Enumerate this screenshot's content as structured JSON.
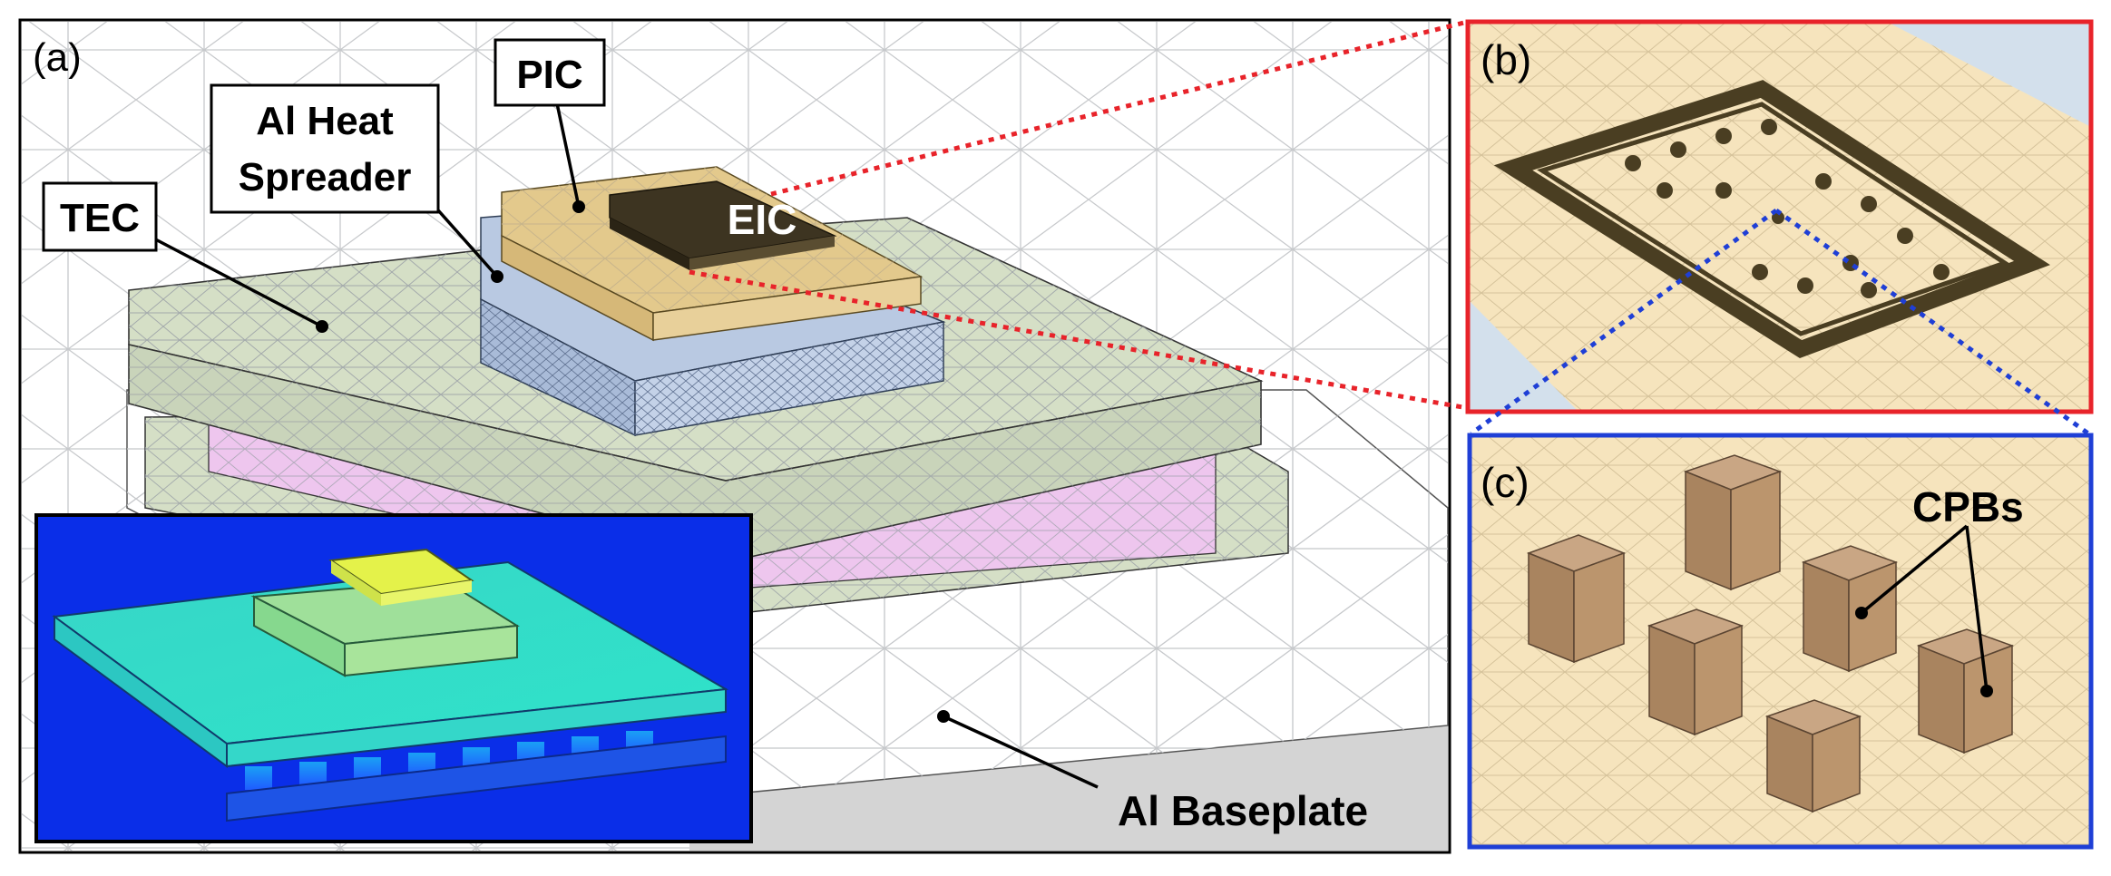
{
  "panels": {
    "a": {
      "label": "(a)"
    },
    "b": {
      "label": "(b)"
    },
    "c": {
      "label": "(c)"
    }
  },
  "callouts": {
    "pic": "PIC",
    "eic": "EIC",
    "heat_spreader_line1": "Al Heat",
    "heat_spreader_line2": "Spreader",
    "tec": "TEC",
    "baseplate": "Al Baseplate",
    "cpbs": "CPBs"
  },
  "colors": {
    "panel_a_frame": "#000000",
    "panel_b_frame": "#e8232a",
    "panel_c_frame": "#1f3fd6",
    "zoom_link_red": "#e8232a",
    "zoom_link_blue": "#1f3fd6",
    "pic_fill": "#e3c98c",
    "eic_fill": "#3d3421",
    "spreader_fill": "#b9c9e2",
    "tec_fill": "#d5dfc6",
    "leg_fill": "#eec6ee",
    "inset_bg": "#0a2ee8",
    "substrate_fill": "#f6e4bd",
    "bump_fill": "#ad8a6a"
  }
}
